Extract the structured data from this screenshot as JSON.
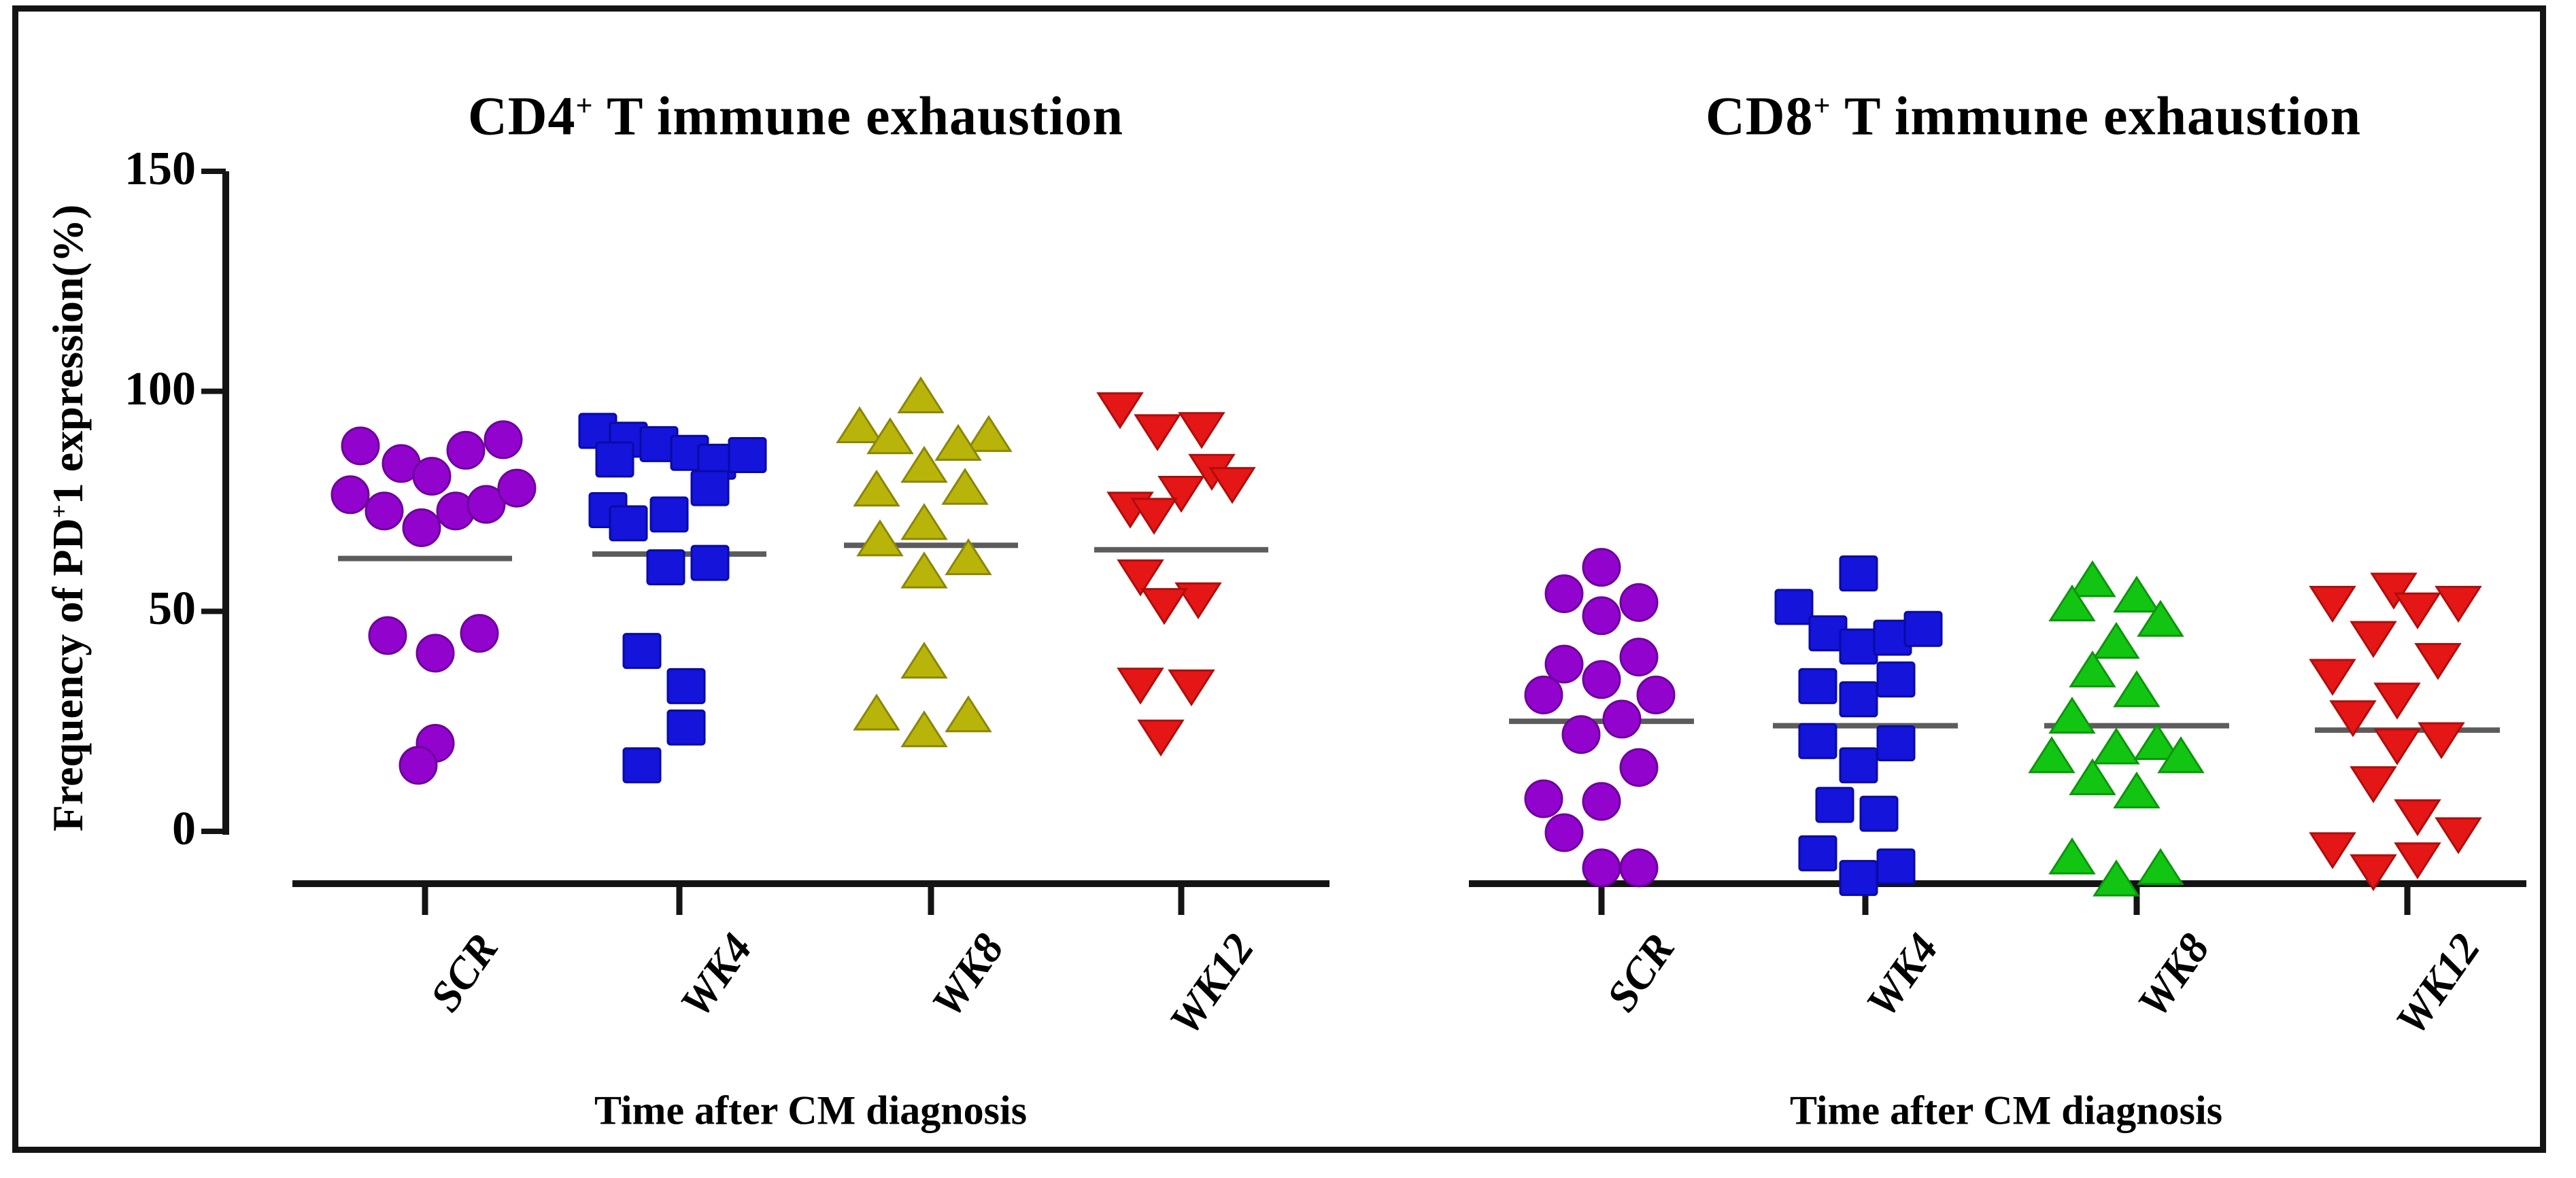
{
  "chart_data": {
    "type": "scatter",
    "subtype": "column-scatter-with-mean-lines",
    "x_axis_title": "Time after CM diagnosis",
    "y_axis": {
      "title": {
        "pre": "Frequency of PD",
        "sup": "+",
        "post": "1 expression(%)"
      },
      "ticks": [
        150,
        100,
        50,
        0
      ],
      "ylim": [
        -15,
        150
      ],
      "grid": false
    },
    "mean_line_color": "#5c5c5c",
    "axis_color": "#141414",
    "panels": [
      {
        "id": "cd4",
        "title": {
          "base": "CD4",
          "sup": "+",
          "rest": " T immune exhaustion"
        },
        "categories": [
          "SCR",
          "WK4",
          "WK8",
          "WK12"
        ],
        "groups": [
          {
            "label": "SCR",
            "marker": "circle",
            "color": "#9303CE",
            "edge": "#6d019b",
            "mean": 62,
            "points": [
              [
                -95,
                87.6
              ],
              [
                -35,
                83.6
              ],
              [
                60,
                86.6
              ],
              [
                115,
                89
              ],
              [
                10,
                80.7
              ],
              [
                -110,
                76.5
              ],
              [
                -60,
                72.8
              ],
              [
                45,
                72.8
              ],
              [
                90,
                74.3
              ],
              [
                135,
                78
              ],
              [
                -5,
                69
              ],
              [
                -55,
                44.5
              ],
              [
                15,
                40.5
              ],
              [
                80,
                45
              ],
              [
                15,
                20
              ],
              [
                -10,
                15
              ]
            ]
          },
          {
            "label": "WK4",
            "marker": "square",
            "color": "#1414DB",
            "edge": "#0a0aa6",
            "mean": 63,
            "points": [
              [
                -120,
                91
              ],
              [
                -75,
                89
              ],
              [
                -30,
                88
              ],
              [
                15,
                86
              ],
              [
                -95,
                84.5
              ],
              [
                55,
                84
              ],
              [
                100,
                85.5
              ],
              [
                45,
                78
              ],
              [
                -105,
                73
              ],
              [
                -75,
                70
              ],
              [
                -15,
                72
              ],
              [
                -20,
                60
              ],
              [
                45,
                61
              ],
              [
                -55,
                41
              ],
              [
                10,
                33
              ],
              [
                10,
                23.6
              ],
              [
                -55,
                15
              ]
            ]
          },
          {
            "label": "WK8",
            "marker": "triangle-up",
            "color": "#B8B40A",
            "edge": "#8a8706",
            "mean": 65,
            "points": [
              [
                -15,
                98.8
              ],
              [
                -105,
                92
              ],
              [
                -60,
                89.5
              ],
              [
                85,
                90
              ],
              [
                40,
                88
              ],
              [
                -10,
                83
              ],
              [
                -80,
                77.6
              ],
              [
                50,
                78
              ],
              [
                -10,
                70
              ],
              [
                -75,
                66.3
              ],
              [
                55,
                62
              ],
              [
                -10,
                59
              ],
              [
                -10,
                38.5
              ],
              [
                -80,
                26.7
              ],
              [
                55,
                26.3
              ],
              [
                -10,
                22.9
              ]
            ]
          },
          {
            "label": "WK12",
            "marker": "triangle-down",
            "color": "#E41616",
            "edge": "#b00d0d",
            "mean": 64,
            "points": [
              [
                -90,
                96
              ],
              [
                -35,
                91
              ],
              [
                30,
                91.5
              ],
              [
                45,
                82
              ],
              [
                75,
                79
              ],
              [
                0,
                77
              ],
              [
                -75,
                73.4
              ],
              [
                -40,
                72
              ],
              [
                -60,
                58
              ],
              [
                25,
                52.8
              ],
              [
                -25,
                51.5
              ],
              [
                -60,
                33.4
              ],
              [
                15,
                33
              ],
              [
                -30,
                21.6
              ]
            ]
          }
        ]
      },
      {
        "id": "cd8",
        "title": {
          "base": "CD8",
          "sup": "+",
          "rest": " T immune exhaustion"
        },
        "categories": [
          "SCR",
          "WK4",
          "WK8",
          "WK12"
        ],
        "groups": [
          {
            "label": "SCR",
            "marker": "circle",
            "color": "#9303CE",
            "edge": "#6d019b",
            "mean": 25,
            "points": [
              [
                0,
                60
              ],
              [
                -55,
                54
              ],
              [
                55,
                52
              ],
              [
                0,
                49
              ],
              [
                -55,
                38
              ],
              [
                55,
                39.6
              ],
              [
                -85,
                31
              ],
              [
                0,
                34.5
              ],
              [
                80,
                31
              ],
              [
                30,
                25.5
              ],
              [
                -30,
                22
              ],
              [
                55,
                14.5
              ],
              [
                -85,
                7.4
              ],
              [
                0,
                6.8
              ],
              [
                -55,
                -0.3
              ],
              [
                0,
                -8.3
              ],
              [
                55,
                -8.3
              ]
            ]
          },
          {
            "label": "WK4",
            "marker": "square",
            "color": "#1414DB",
            "edge": "#0a0aa6",
            "mean": 24,
            "points": [
              [
                -10,
                58.6
              ],
              [
                -105,
                51
              ],
              [
                -55,
                45
              ],
              [
                -10,
                42
              ],
              [
                40,
                44
              ],
              [
                85,
                46
              ],
              [
                -70,
                33
              ],
              [
                -10,
                30
              ],
              [
                45,
                34.5
              ],
              [
                -70,
                20.5
              ],
              [
                45,
                20
              ],
              [
                -10,
                15
              ],
              [
                -45,
                6
              ],
              [
                20,
                4
              ],
              [
                -70,
                -5
              ],
              [
                -10,
                -10.6
              ],
              [
                45,
                -8
              ]
            ]
          },
          {
            "label": "WK8",
            "marker": "triangle-up",
            "color": "#12C512",
            "edge": "#0c960c",
            "mean": 24,
            "points": [
              [
                -65,
                57
              ],
              [
                0,
                53.5
              ],
              [
                -95,
                51.5
              ],
              [
                35,
                48
              ],
              [
                -30,
                43
              ],
              [
                -65,
                36.5
              ],
              [
                0,
                32
              ],
              [
                -95,
                26
              ],
              [
                -30,
                19
              ],
              [
                30,
                20
              ],
              [
                -125,
                17
              ],
              [
                65,
                17
              ],
              [
                -65,
                12
              ],
              [
                0,
                9
              ],
              [
                -95,
                -6
              ],
              [
                -30,
                -11
              ],
              [
                35,
                -8.4
              ]
            ]
          },
          {
            "label": "WK12",
            "marker": "triangle-down",
            "color": "#E41616",
            "edge": "#b00d0d",
            "mean": 23,
            "points": [
              [
                -20,
                55
              ],
              [
                -110,
                52
              ],
              [
                75,
                52
              ],
              [
                15,
                50.5
              ],
              [
                -50,
                44
              ],
              [
                45,
                39
              ],
              [
                -110,
                35.4
              ],
              [
                -15,
                30
              ],
              [
                -80,
                26
              ],
              [
                -15,
                19.6
              ],
              [
                50,
                21
              ],
              [
                -50,
                11
              ],
              [
                15,
                3.5
              ],
              [
                75,
                -0.6
              ],
              [
                -110,
                -4
              ],
              [
                -50,
                -9
              ],
              [
                15,
                -6.3
              ]
            ]
          }
        ]
      }
    ]
  }
}
